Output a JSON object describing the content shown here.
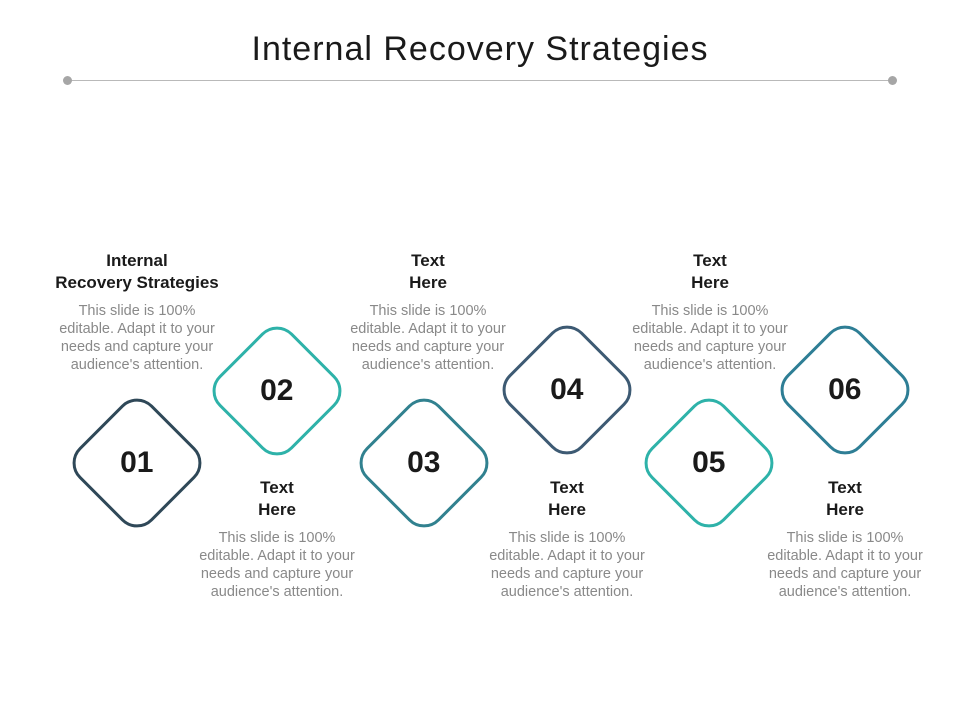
{
  "slide": {
    "title": "Internal Recovery Strategies",
    "title_color": "#1a1a1a",
    "divider_color": "#b9b9b9",
    "divider_dot_color": "#a6a6a6",
    "background_color": "#ffffff"
  },
  "items": [
    {
      "number": "01",
      "color": "#2f4858",
      "heading_lines": [
        "Internal",
        "Recovery Strategies"
      ],
      "body_lines": [
        "This slide is 100%",
        "editable. Adapt it to your",
        "needs and capture your",
        "audience's attention."
      ]
    },
    {
      "number": "02",
      "color": "#2eb2a9",
      "heading_lines": [
        "Text",
        "Here"
      ],
      "body_lines": [
        "This slide is 100%",
        "editable. Adapt it to your",
        "needs and capture your",
        "audience's attention."
      ]
    },
    {
      "number": "03",
      "color": "#31818f",
      "heading_lines": [
        "Text",
        "Here"
      ],
      "body_lines": [
        "This slide is 100%",
        "editable. Adapt it to your",
        "needs and capture your",
        "audience's attention."
      ]
    },
    {
      "number": "04",
      "color": "#3d5a73",
      "heading_lines": [
        "Text",
        "Here"
      ],
      "body_lines": [
        "This slide is 100%",
        "editable. Adapt it to your",
        "needs and capture your",
        "audience's attention."
      ]
    },
    {
      "number": "05",
      "color": "#2eb2a9",
      "heading_lines": [
        "Text",
        "Here"
      ],
      "body_lines": [
        "This slide is 100%",
        "editable. Adapt it to your",
        "needs and capture your",
        "audience's attention."
      ]
    },
    {
      "number": "06",
      "color": "#2e7e95",
      "heading_lines": [
        "Text",
        "Here"
      ],
      "body_lines": [
        "This slide is 100%",
        "editable. Adapt it to your",
        "needs and capture your",
        "audience's attention."
      ]
    }
  ]
}
